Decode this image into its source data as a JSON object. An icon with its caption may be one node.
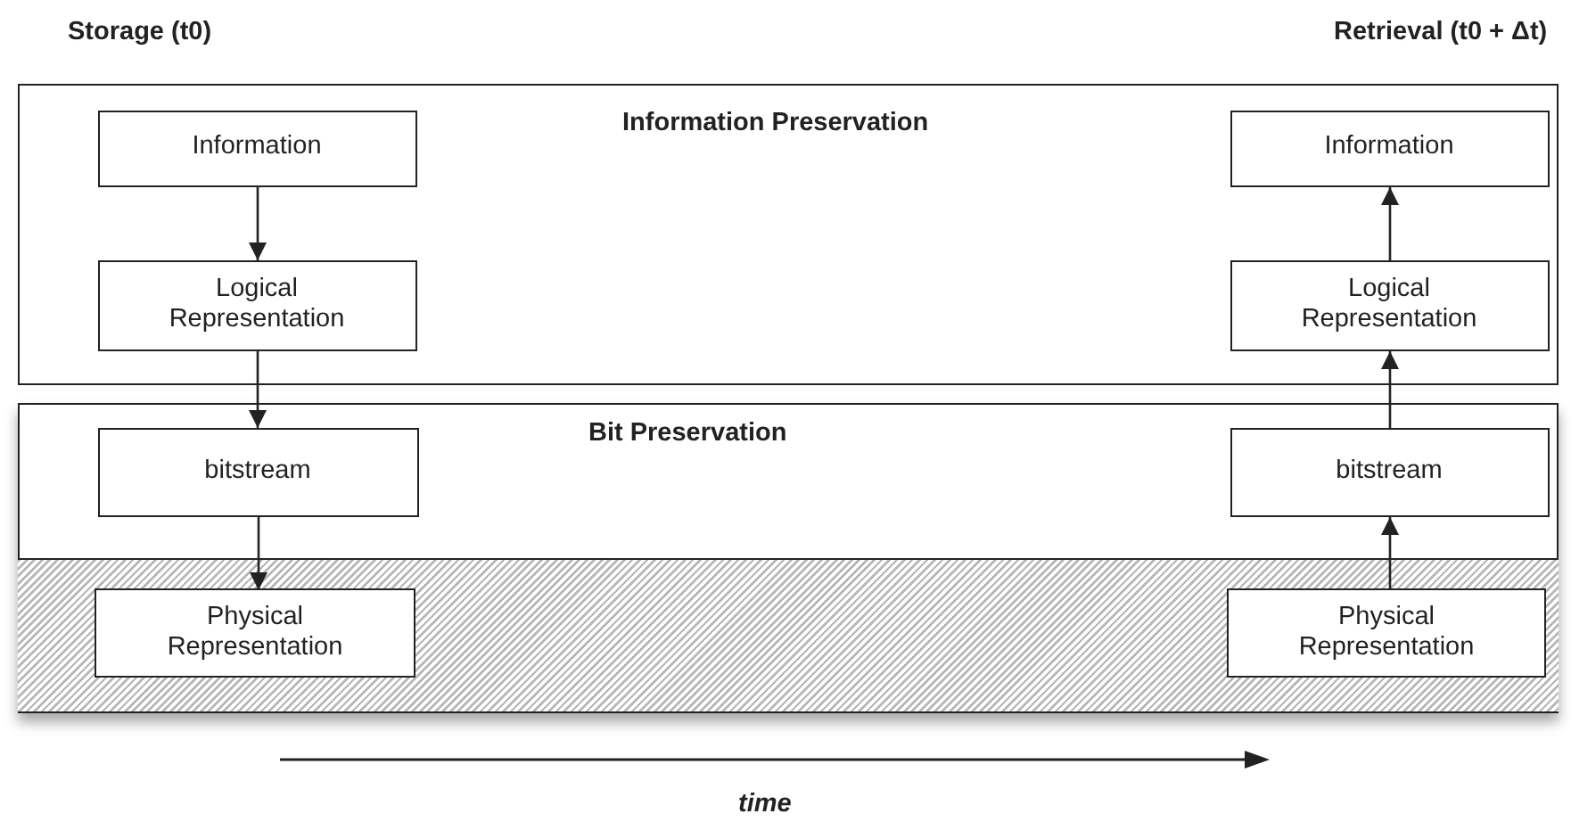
{
  "diagram": {
    "nodes": [
      {
        "text": [
          "Information Preservation"
        ]
      },
      {
        "text": [
          "Information"
        ],
        "in": 0
      },
      {
        "text": [
          "Logical Representation"
        ],
        "in": 0
      },
      {
        "text": [
          "Information"
        ],
        "in": 0
      },
      {
        "text": [
          "Logical Representation"
        ],
        "in": 0
      },
      {
        "text": [
          "Bit Preservation"
        ]
      },
      {
        "text": [
          "bitstream"
        ],
        "in": 5
      },
      {
        "text": [
          "bitstream"
        ],
        "in": 5
      },
      {
        "text": [],
        "shape": "band",
        "in": 5
      },
      {
        "text": [
          "Physical Representation"
        ],
        "in": 8
      },
      {
        "text": [
          "Physical Representation"
        ],
        "in": 8
      }
    ],
    "edges": [
      {
        "from": 1,
        "to": 2,
        "arrow": "to"
      },
      {
        "from": 2,
        "to": 6,
        "arrow": "to"
      },
      {
        "from": 6,
        "to": 9,
        "arrow": "to"
      },
      {
        "from": 10,
        "to": 7,
        "arrow": "to"
      },
      {
        "from": 7,
        "to": 4,
        "arrow": "to"
      },
      {
        "from": 4,
        "to": 3,
        "arrow": "to"
      }
    ],
    "labels": [
      "Storage (t0)",
      "Retrieval (t0 + Δt)",
      "time"
    ]
  }
}
